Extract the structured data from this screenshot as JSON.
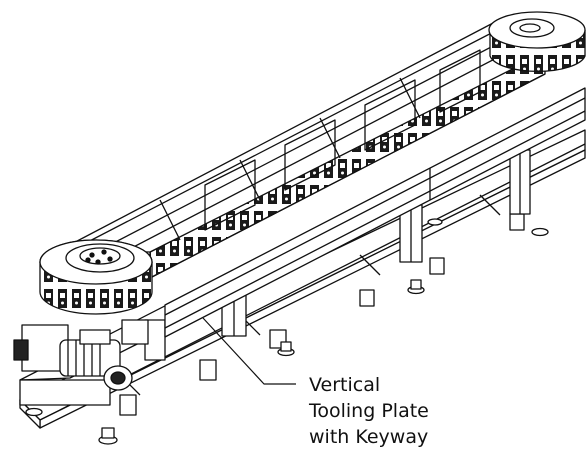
{
  "callout": {
    "line1": "Vertical",
    "line2": "Tooling Plate",
    "line3": "with Keyway"
  },
  "colors": {
    "ink": "#111111",
    "background": "#ffffff"
  }
}
